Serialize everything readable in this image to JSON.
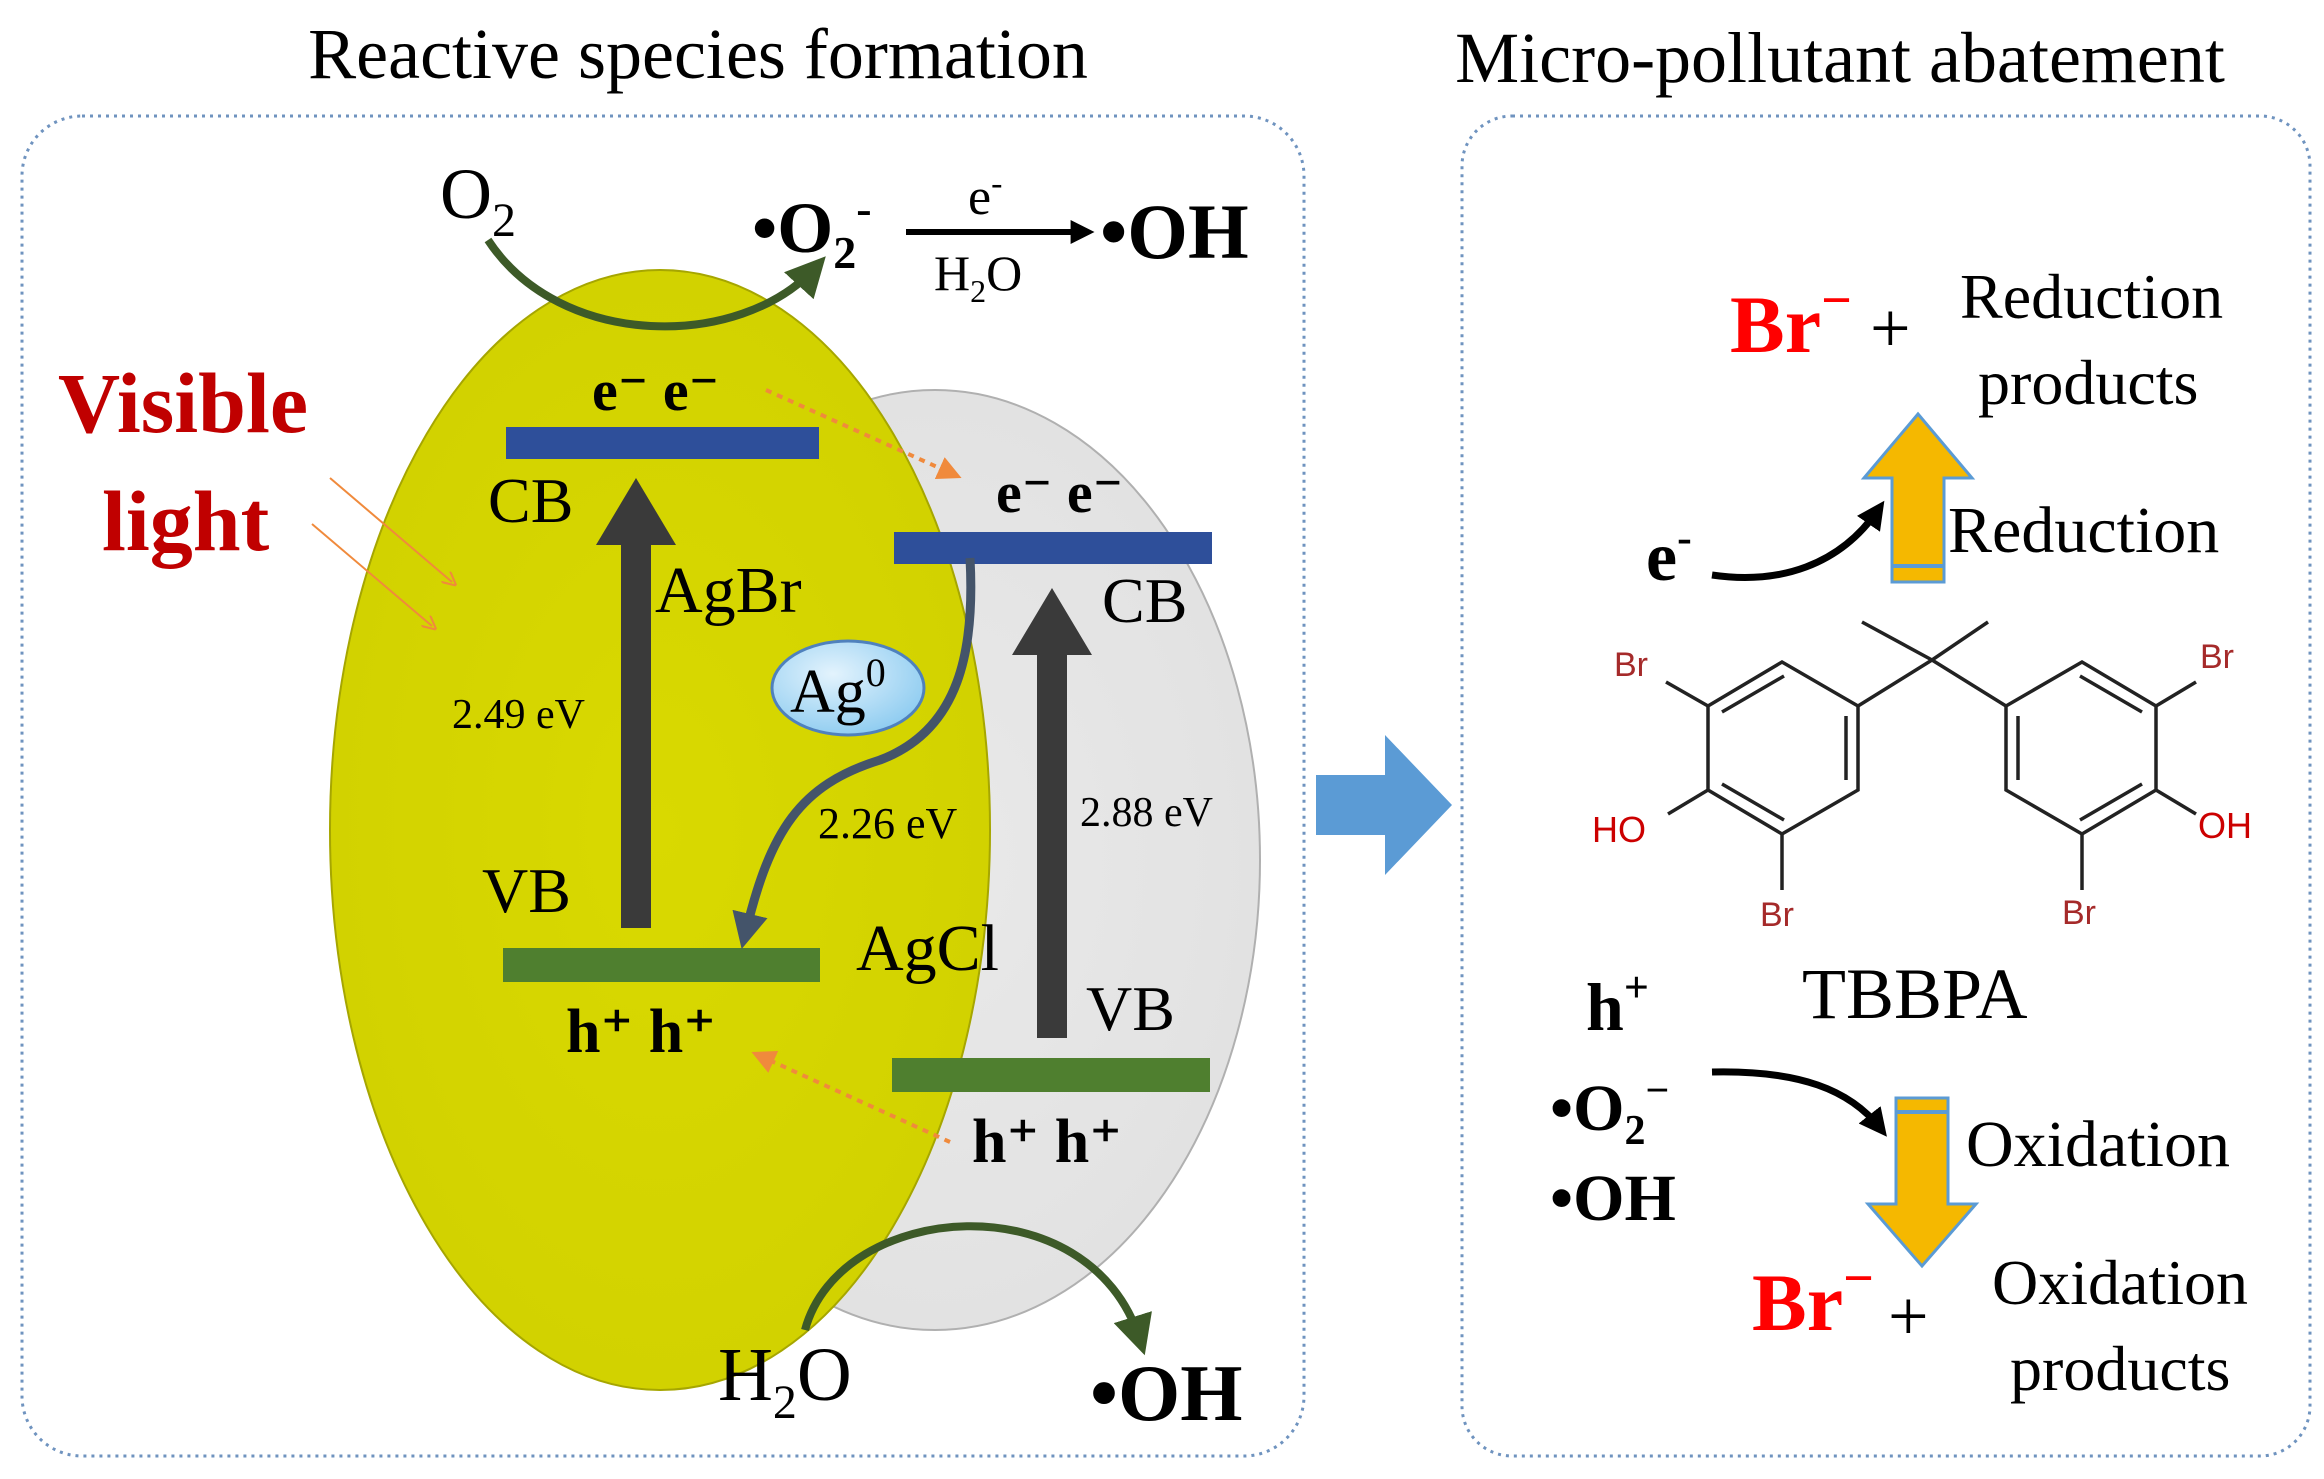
{
  "panels": {
    "left_title": "Reactive species formation",
    "right_title": "Micro-pollutant abatement"
  },
  "light": {
    "line1": "Visible",
    "line2": "light"
  },
  "agbr": {
    "name": "AgBr",
    "cb": "CB",
    "vb": "VB",
    "gap": "2.49 eV",
    "electrons": "e⁻  e⁻",
    "holes": "h⁺ h⁺"
  },
  "agcl": {
    "name": "AgCl",
    "cb": "CB",
    "vb": "VB",
    "gap": "2.88 eV",
    "electrons": "e⁻   e⁻",
    "holes": "h⁺ h⁺"
  },
  "ag0": {
    "base": "Ag",
    "sup": "0"
  },
  "ag_transfer": "2.26 eV",
  "top_reaction": {
    "o2_base": "O",
    "o2_sub": "2",
    "superoxide_dot": "•",
    "superoxide_base": "O",
    "superoxide_sub": "2",
    "superoxide_sup": "-",
    "arrow_top_base": "e",
    "arrow_top_sup": "-",
    "arrow_bottom_a": "H",
    "arrow_bottom_sub": "2",
    "arrow_bottom_b": "O",
    "product": "•OH"
  },
  "bottom_reaction": {
    "water_a": "H",
    "water_sub": "2",
    "water_b": "O",
    "product": "•OH"
  },
  "reduction": {
    "electron_base": "e",
    "electron_sup": "-",
    "label": "Reduction",
    "br_base": "Br",
    "br_sup": "−",
    "plus": "+",
    "products_line1": "Reduction",
    "products_line2": "products"
  },
  "molecule": {
    "name": "TBBPA",
    "br": "Br",
    "ho": "HO",
    "oh": "OH"
  },
  "oxidation": {
    "hole_base": "h",
    "hole_sup": "+",
    "o2_dot": "•",
    "o2_base": "O",
    "o2_sub": "2",
    "o2_sup": "−",
    "oh": "•OH",
    "label": "Oxidation",
    "br_base": "Br",
    "br_sup": "−",
    "plus": "+",
    "products_line1": "Oxidation",
    "products_line2": "products"
  },
  "colors": {
    "agbr_fill": "#d9d900",
    "agcl_fill": "#e6e6e6",
    "cb_band": "#2e4f9a",
    "vb_band": "#4f7f2f",
    "light_text": "#c00000",
    "br_red": "#ff0000",
    "curve_green": "#3d5a28",
    "block_arrow_blue": "#5b9bd5",
    "yellow_arrow": "#f5b800",
    "molecule_red": "#cc0000",
    "molecule_br": "#a52a2a",
    "dashed_orange": "#f08a3c"
  }
}
